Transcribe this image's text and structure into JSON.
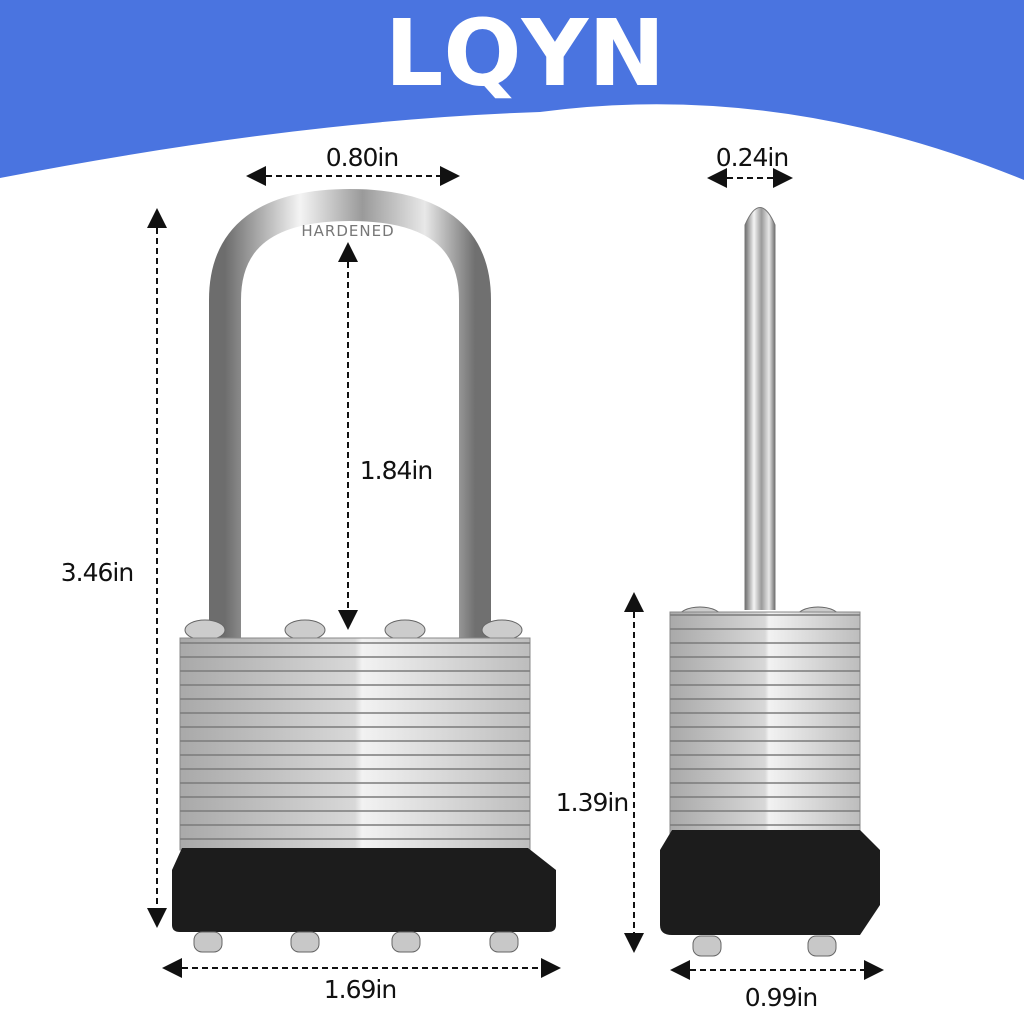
{
  "brand": {
    "name": "LQYN",
    "banner_color": "#4a74e0"
  },
  "shackle_engraving": "HARDENED",
  "dimensions": {
    "shackle_inner_width": "0.80in",
    "shackle_diameter": "0.24in",
    "total_height": "3.46in",
    "shackle_clearance": "1.84in",
    "body_height": "1.39in",
    "body_width": "1.69in",
    "body_thickness": "0.99in"
  }
}
